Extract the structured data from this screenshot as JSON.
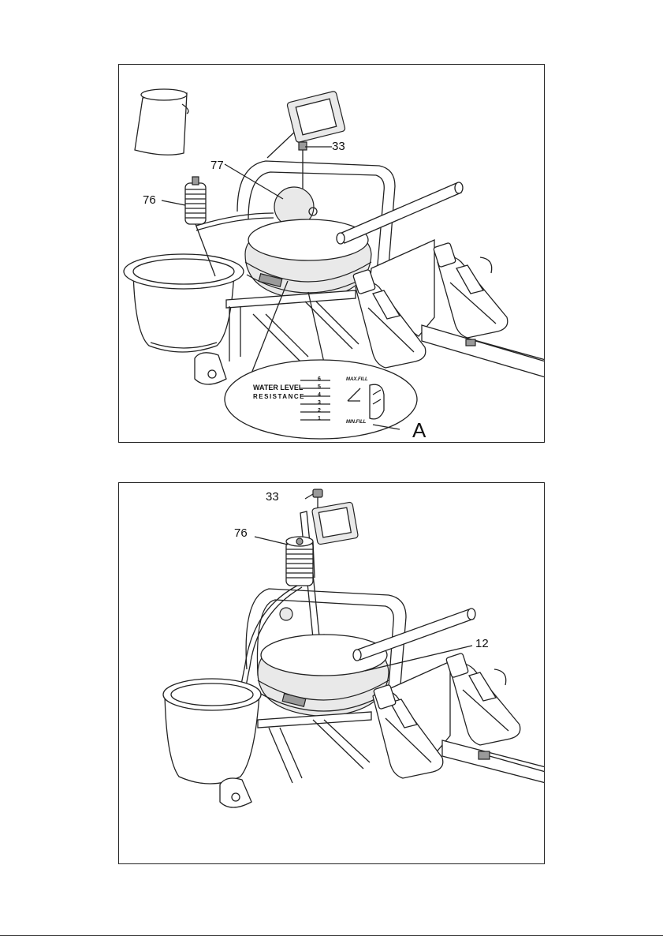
{
  "top_figure": {
    "callouts": {
      "part_33": "33",
      "part_77": "77",
      "part_76": "76",
      "detail_a": "A"
    },
    "gauge": {
      "label_line1": "WATER LEVEL",
      "label_line2": "RESISTANCE",
      "max_label": "MAX.FILL",
      "min_label": "MIN.FILL",
      "levels": [
        "6",
        "5",
        "4",
        "3",
        "2",
        "1"
      ]
    }
  },
  "bottom_figure": {
    "callouts": {
      "part_33": "33",
      "part_76": "76",
      "part_12": "12"
    }
  }
}
